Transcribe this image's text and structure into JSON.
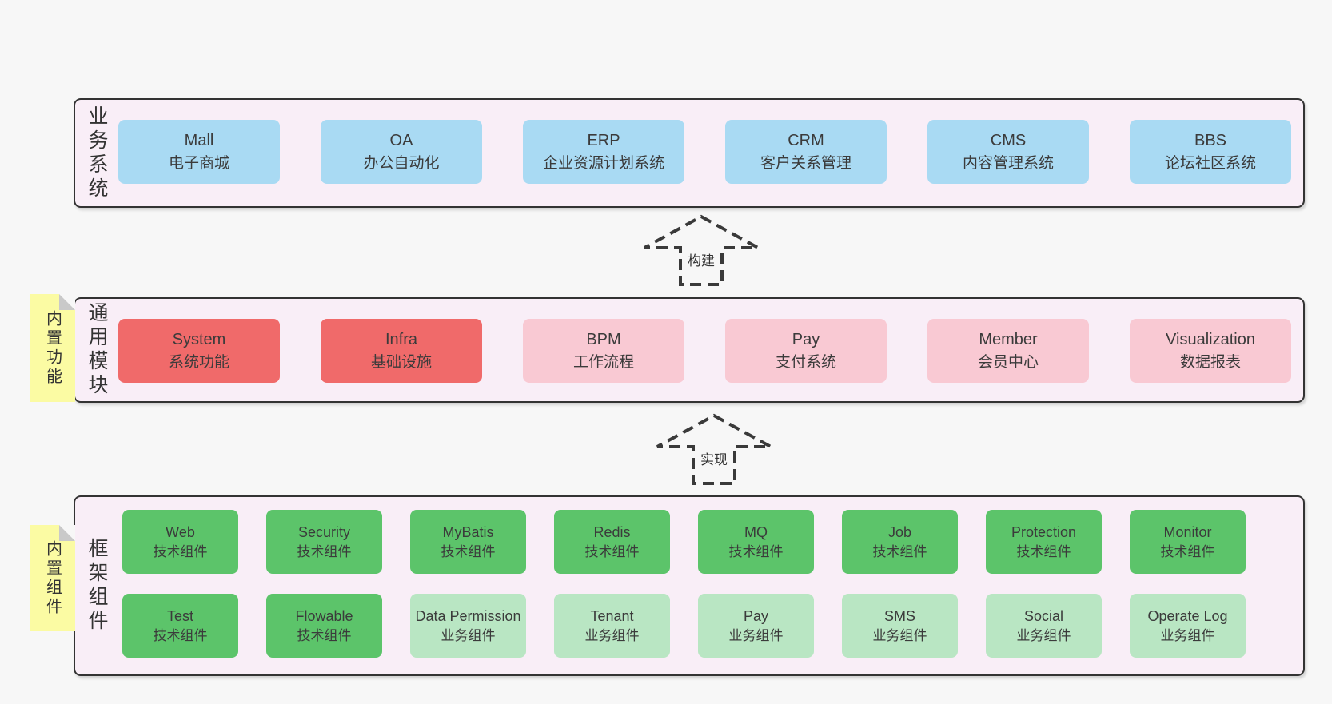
{
  "colors": {
    "page_background": "#f7f7f7",
    "band_background": "#f9eef7",
    "band_border": "#333333",
    "business_box": "#a9daf3",
    "core_module_box": "#f06a6a",
    "optional_module_box": "#f9c9d3",
    "tech_component_box": "#5cc46a",
    "biz_component_box": "#b9e6c3",
    "sticky_note": "#fbfba3",
    "sticky_fold": "#c9c9c9",
    "text": "#3b3b3b"
  },
  "bands": {
    "business": {
      "label": "业务系统",
      "boxes": [
        {
          "title": "Mall",
          "subtitle": "电子商城",
          "variant": "blue"
        },
        {
          "title": "OA",
          "subtitle": "办公自动化",
          "variant": "blue"
        },
        {
          "title": "ERP",
          "subtitle": "企业资源计划系统",
          "variant": "blue"
        },
        {
          "title": "CRM",
          "subtitle": "客户关系管理",
          "variant": "blue"
        },
        {
          "title": "CMS",
          "subtitle": "内容管理系统",
          "variant": "blue"
        },
        {
          "title": "BBS",
          "subtitle": "论坛社区系统",
          "variant": "blue"
        }
      ]
    },
    "modules": {
      "label": "通用模块",
      "sticky": "内置功能",
      "boxes": [
        {
          "title": "System",
          "subtitle": "系统功能",
          "variant": "red"
        },
        {
          "title": "Infra",
          "subtitle": "基础设施",
          "variant": "red"
        },
        {
          "title": "BPM",
          "subtitle": "工作流程",
          "variant": "pink"
        },
        {
          "title": "Pay",
          "subtitle": "支付系统",
          "variant": "pink"
        },
        {
          "title": "Member",
          "subtitle": "会员中心",
          "variant": "pink"
        },
        {
          "title": "Visualization",
          "subtitle": "数据报表",
          "variant": "pink"
        }
      ]
    },
    "components": {
      "label": "框架组件",
      "sticky": "内置组件",
      "row1": [
        {
          "title": "Web",
          "subtitle": "技术组件",
          "variant": "green"
        },
        {
          "title": "Security",
          "subtitle": "技术组件",
          "variant": "green"
        },
        {
          "title": "MyBatis",
          "subtitle": "技术组件",
          "variant": "green"
        },
        {
          "title": "Redis",
          "subtitle": "技术组件",
          "variant": "green"
        },
        {
          "title": "MQ",
          "subtitle": "技术组件",
          "variant": "green"
        },
        {
          "title": "Job",
          "subtitle": "技术组件",
          "variant": "green"
        },
        {
          "title": "Protection",
          "subtitle": "技术组件",
          "variant": "green"
        },
        {
          "title": "Monitor",
          "subtitle": "技术组件",
          "variant": "green"
        }
      ],
      "row2": [
        {
          "title": "Test",
          "subtitle": "技术组件",
          "variant": "green"
        },
        {
          "title": "Flowable",
          "subtitle": "技术组件",
          "variant": "green"
        },
        {
          "title": "Data Permission",
          "subtitle": "业务组件",
          "variant": "light-green"
        },
        {
          "title": "Tenant",
          "subtitle": "业务组件",
          "variant": "light-green"
        },
        {
          "title": "Pay",
          "subtitle": "业务组件",
          "variant": "light-green"
        },
        {
          "title": "SMS",
          "subtitle": "业务组件",
          "variant": "light-green"
        },
        {
          "title": "Social",
          "subtitle": "业务组件",
          "variant": "light-green"
        },
        {
          "title": "Operate Log",
          "subtitle": "业务组件",
          "variant": "light-green"
        }
      ]
    }
  },
  "arrows": [
    {
      "label": "构建"
    },
    {
      "label": "实现"
    }
  ]
}
